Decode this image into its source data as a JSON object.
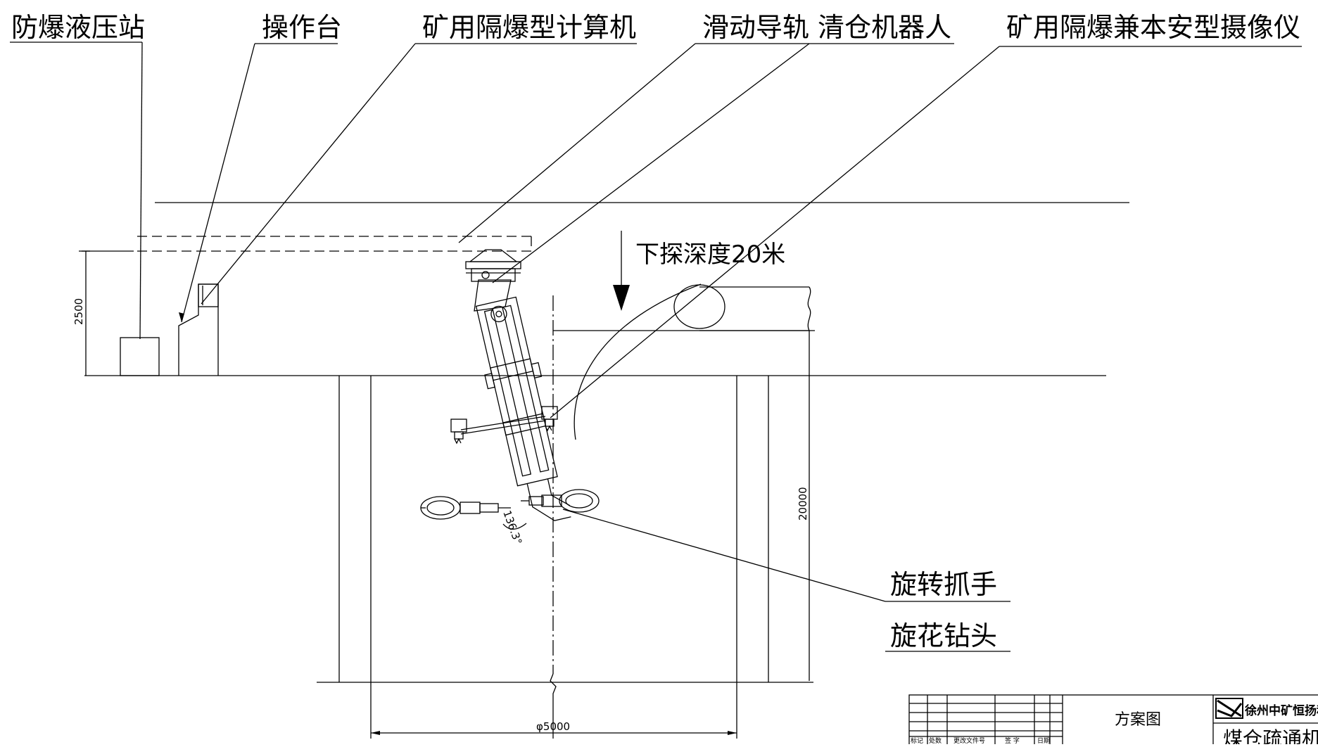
{
  "labels": {
    "hydraulic_station": "防爆液压站",
    "console": "操作台",
    "computer": "矿用隔爆型计算机",
    "rail_robot": "滑动导轨 清仓机器人",
    "camera": "矿用隔爆兼本安型摄像仪",
    "rotary_gripper": "旋转抓手",
    "drill_bit": "旋花钻头",
    "depth_note": "下探深度20米"
  },
  "dimensions": {
    "height": "2500",
    "depth": "20000",
    "diameter": "φ5000",
    "angle": "136.3°"
  },
  "title_block": {
    "drawing_type": "方案图",
    "company": "徐州中矿恒扬科技",
    "product": "煤仓疏通机",
    "col_headers": [
      "标记",
      "处数",
      "更改文件号",
      "签 字",
      "日期"
    ]
  },
  "colors": {
    "line": "#000000",
    "background": "#ffffff"
  },
  "icons": {
    "company_logo": "company-logo-icon"
  }
}
